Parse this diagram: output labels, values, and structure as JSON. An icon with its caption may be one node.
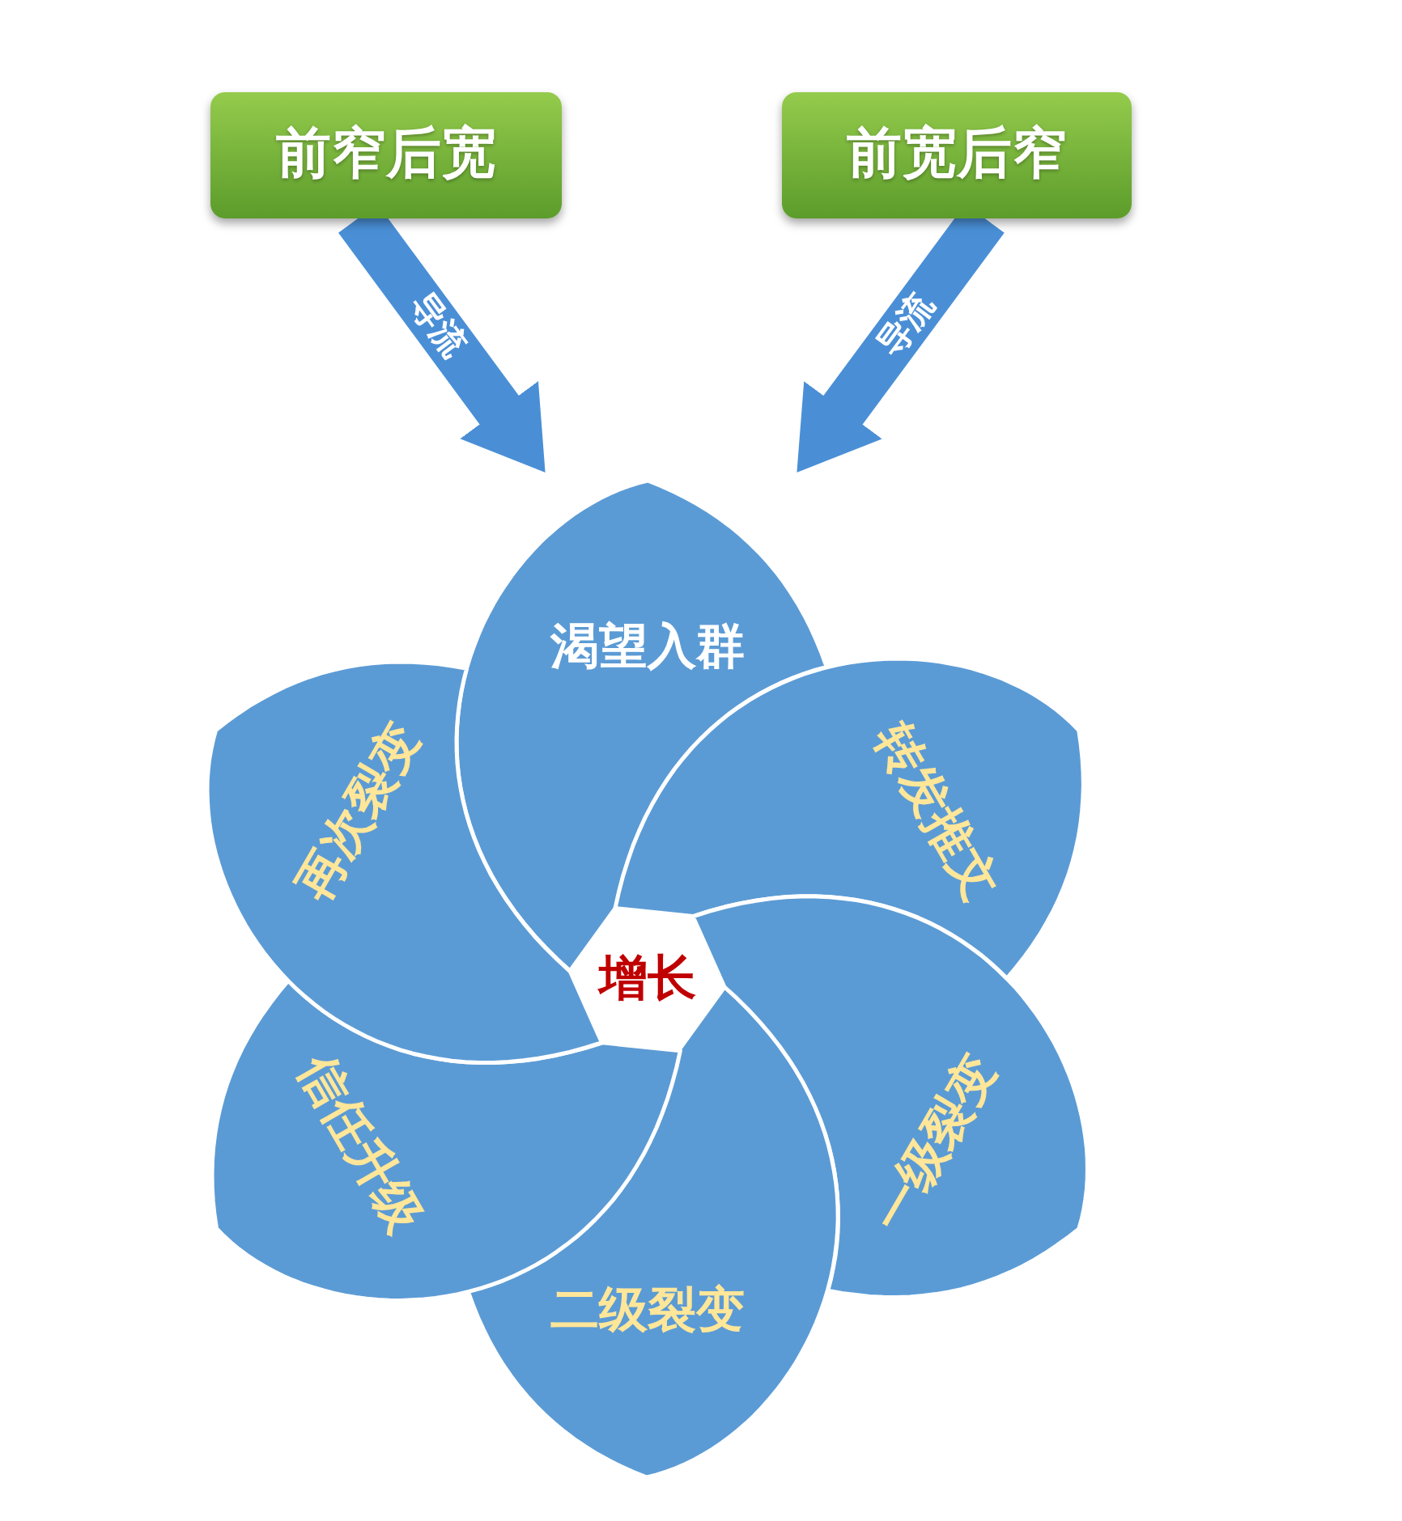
{
  "diagram": {
    "nodes": [
      {
        "text": [
          "前窄后宽"
        ]
      },
      {
        "text": [
          "前宽后窄"
        ]
      },
      {
        "text": [
          "渴望入群"
        ]
      },
      {
        "text": [
          "转发推文"
        ]
      },
      {
        "text": [
          "一级裂变"
        ]
      },
      {
        "text": [
          "二级裂变"
        ]
      },
      {
        "text": [
          "信任升级"
        ]
      },
      {
        "text": [
          "再次裂变"
        ]
      }
    ],
    "edges": [
      {
        "from": 0,
        "to": 2,
        "arrow": "to",
        "label": "导流"
      },
      {
        "from": 1,
        "to": 2,
        "arrow": "to",
        "label": "导流"
      }
    ],
    "labels": [
      "增长"
    ]
  }
}
